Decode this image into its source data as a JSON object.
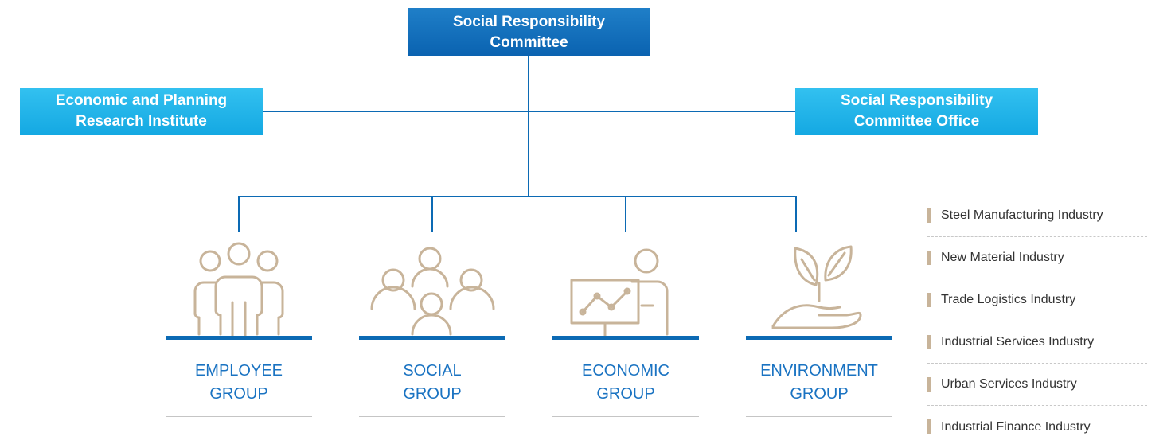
{
  "committee": {
    "line1": "Social Responsibility",
    "line2": "Committee"
  },
  "research_institute": {
    "line1": "Economic and Planning",
    "line2": "Research Institute"
  },
  "committee_office": {
    "line1": "Social Responsibility",
    "line2": "Committee Office"
  },
  "groups": [
    {
      "line1": "EMPLOYEE",
      "line2": "GROUP",
      "icon": "employees-icon"
    },
    {
      "line1": "SOCIAL",
      "line2": "GROUP",
      "icon": "community-icon"
    },
    {
      "line1": "ECONOMIC",
      "line2": "GROUP",
      "icon": "presentation-chart-icon"
    },
    {
      "line1": "ENVIRONMENT",
      "line2": "GROUP",
      "icon": "plant-in-hand-icon"
    }
  ],
  "industries": [
    "Steel Manufacturing Industry",
    "New Material Industry",
    "Trade Logistics Industry",
    "Industrial Services Industry",
    "Urban Services Industry",
    "Industrial Finance Industry"
  ],
  "colors": {
    "primary_blue": "#0c6ab4",
    "light_blue": "#14a8e2",
    "icon_beige": "#c8b49a",
    "label_blue": "#1a73c2"
  }
}
